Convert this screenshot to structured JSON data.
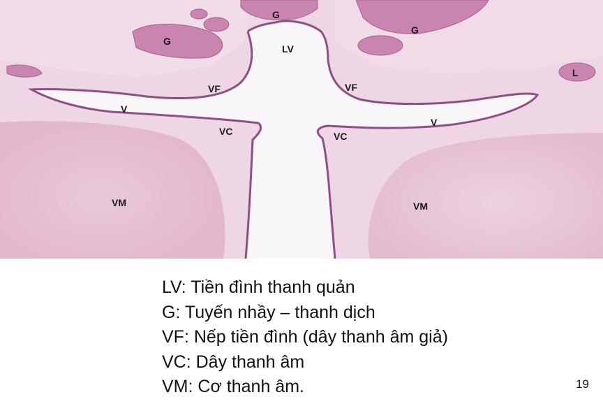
{
  "image": {
    "description": "Histological cross-section of the larynx",
    "colors": {
      "stroma": "#eed6e4",
      "muscle": "#e6bccf",
      "gland": "#c985b0",
      "epithelium": "#8d4f84",
      "lumen": "#f8f6f8"
    },
    "labels": [
      {
        "id": "g-top",
        "text": "G"
      },
      {
        "id": "g-left",
        "text": "G"
      },
      {
        "id": "g-right",
        "text": "G"
      },
      {
        "id": "lv",
        "text": "LV"
      },
      {
        "id": "l",
        "text": "L"
      },
      {
        "id": "vf-left",
        "text": "VF"
      },
      {
        "id": "vf-right",
        "text": "VF"
      },
      {
        "id": "v-left",
        "text": "V"
      },
      {
        "id": "v-right",
        "text": "V"
      },
      {
        "id": "vc-left",
        "text": "VC"
      },
      {
        "id": "vc-right",
        "text": "VC"
      },
      {
        "id": "vm-left",
        "text": "VM"
      },
      {
        "id": "vm-right",
        "text": "VM"
      }
    ]
  },
  "legend": [
    "LV: Tiền đình thanh quản",
    "G: Tuyến nhầy – thanh dịch",
    "VF: Nếp tiền đình (dây thanh âm giả)",
    "VC: Dây thanh âm",
    "VM: Cơ thanh âm."
  ],
  "page_number": "19"
}
